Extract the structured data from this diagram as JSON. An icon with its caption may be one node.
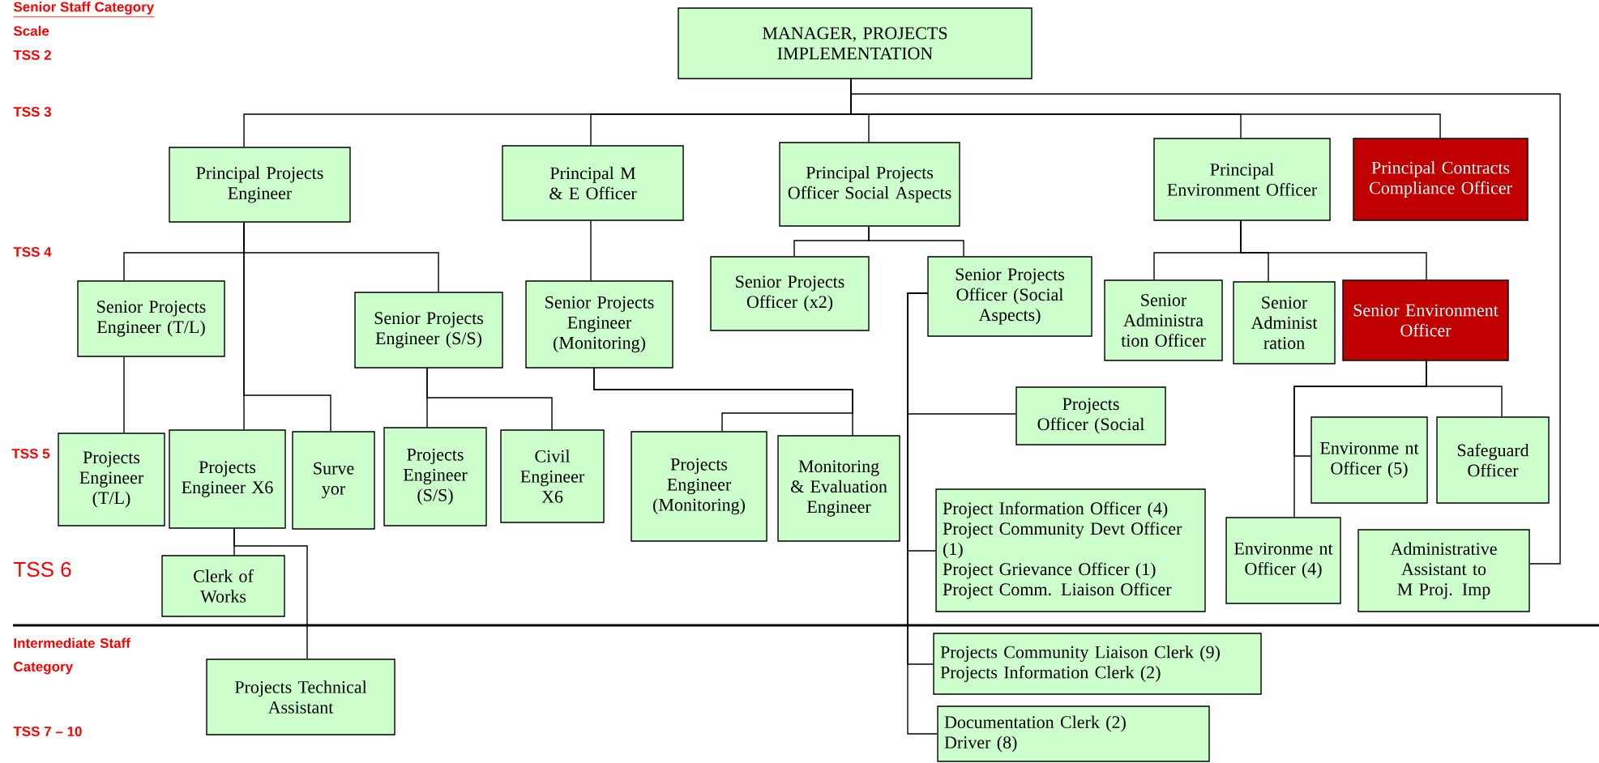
{
  "diagram": {
    "nodes": [
      {
        "text": [
          "MANAGER, PROJECTS IMPLEMENTATION"
        ]
      },
      {
        "text": [
          "Principal Projects Engineer"
        ]
      },
      {
        "text": [
          "Principal M & E Officer"
        ]
      },
      {
        "text": [
          "Principal Projects Officer Social Aspects"
        ]
      },
      {
        "text": [
          "Principal Environment Officer"
        ]
      },
      {
        "text": [
          "Principal Contracts Compliance Officer"
        ]
      },
      {
        "text": [
          "Senior Projects Engineer (T/L)"
        ]
      },
      {
        "text": [
          "Senior Projects Engineer (S/S)"
        ]
      },
      {
        "text": [
          "Senior Projects Engineer (Monitoring)"
        ]
      },
      {
        "text": [
          "Senior Projects Officer (x2)"
        ]
      },
      {
        "text": [
          "Senior Projects Officer (Social Aspects)"
        ]
      },
      {
        "text": [
          "Senior Administra tion Officer"
        ]
      },
      {
        "text": [
          "Senior Administ ration"
        ]
      },
      {
        "text": [
          "Senior Environment Officer"
        ]
      },
      {
        "text": [
          "Projects Engineer (T/L)"
        ]
      },
      {
        "text": [
          "Projects Engineer X6"
        ]
      },
      {
        "text": [
          "Surve yor"
        ]
      },
      {
        "text": [
          "Projects Engineer (S/S)"
        ]
      },
      {
        "text": [
          "Civil Engineer X6"
        ]
      },
      {
        "text": [
          "Projects Engineer (Monitoring)"
        ]
      },
      {
        "text": [
          "Monitoring & Evaluation Engineer"
        ]
      },
      {
        "text": [
          "Projects Officer (Social"
        ]
      },
      {
        "text": [
          "Project Information Officer (4)",
          "Project Community Devt Officer (1)",
          "Project Grievance Officer (1)",
          "Project Comm. Liaison Officer"
        ]
      },
      {
        "text": [
          "Environme nt Officer (5)"
        ]
      },
      {
        "text": [
          "Safeguard Officer"
        ]
      },
      {
        "text": [
          "Environme nt Officer (4)"
        ]
      },
      {
        "text": [
          "Administrative Assistant to M Proj. Imp"
        ]
      },
      {
        "text": [
          "Clerk of Works"
        ]
      },
      {
        "text": [
          "Projects Technical Assistant"
        ]
      },
      {
        "text": [
          "Projects Community Liaison Clerk (9)",
          "Projects Information Clerk (2)"
        ]
      },
      {
        "text": [
          "Documentation Clerk (2)",
          "Driver (8)"
        ]
      }
    ],
    "edges": [
      {
        "from": 0,
        "to": 1,
        "arrow": "none"
      },
      {
        "from": 0,
        "to": 2,
        "arrow": "none"
      },
      {
        "from": 0,
        "to": 3,
        "arrow": "none"
      },
      {
        "from": 0,
        "to": 4,
        "arrow": "none"
      },
      {
        "from": 0,
        "to": 5,
        "arrow": "none"
      },
      {
        "from": 0,
        "to": 26,
        "arrow": "none"
      },
      {
        "from": 1,
        "to": 6,
        "arrow": "none"
      },
      {
        "from": 1,
        "to": 7,
        "arrow": "none"
      },
      {
        "from": 1,
        "to": 15,
        "arrow": "none"
      },
      {
        "from": 1,
        "to": 16,
        "arrow": "none"
      },
      {
        "from": 6,
        "to": 14,
        "arrow": "none"
      },
      {
        "from": 7,
        "to": 17,
        "arrow": "none"
      },
      {
        "from": 7,
        "to": 18,
        "arrow": "none"
      },
      {
        "from": 2,
        "to": 8,
        "arrow": "none"
      },
      {
        "from": 8,
        "to": 19,
        "arrow": "none"
      },
      {
        "from": 8,
        "to": 20,
        "arrow": "none"
      },
      {
        "from": 3,
        "to": 9,
        "arrow": "none"
      },
      {
        "from": 3,
        "to": 10,
        "arrow": "none"
      },
      {
        "from": 10,
        "to": 21,
        "arrow": "none"
      },
      {
        "from": 10,
        "to": 22,
        "arrow": "none"
      },
      {
        "from": 10,
        "to": 29,
        "arrow": "none"
      },
      {
        "from": 10,
        "to": 30,
        "arrow": "none"
      },
      {
        "from": 4,
        "to": 11,
        "arrow": "none"
      },
      {
        "from": 4,
        "to": 12,
        "arrow": "none"
      },
      {
        "from": 4,
        "to": 13,
        "arrow": "none"
      },
      {
        "from": 13,
        "to": 23,
        "arrow": "none"
      },
      {
        "from": 13,
        "to": 24,
        "arrow": "none"
      },
      {
        "from": 13,
        "to": 25,
        "arrow": "none"
      },
      {
        "from": 15,
        "to": 27,
        "arrow": "none"
      },
      {
        "from": 15,
        "to": 28,
        "arrow": "none"
      }
    ],
    "labels": [
      "Senior Staff Category",
      "Scale",
      "TSS 2",
      "TSS 3",
      "TSS 4",
      "TSS 5",
      "TSS 6",
      "Intermediate Staff Category",
      "TSS 7 – 10"
    ]
  }
}
